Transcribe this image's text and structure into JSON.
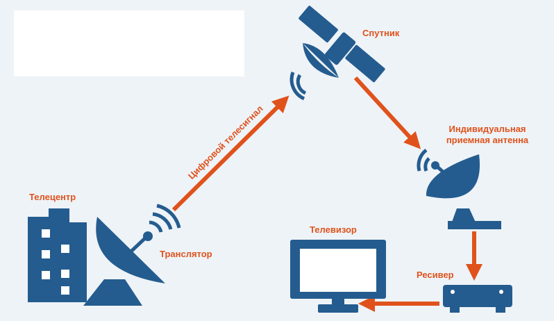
{
  "labels": {
    "satellite": "Спутник",
    "receiving_antenna_line1": "Индивидуальная",
    "receiving_antenna_line2": "приемная антенна",
    "telecenter": "Телецентр",
    "transmitter": "Транслятор",
    "tv": "Телевизор",
    "receiver": "Ресивер",
    "signal": "Цифровой телесигнал"
  },
  "colors": {
    "icon_blue": "#245c8f",
    "arrow_orange": "#e0521c",
    "label_orange": "#e0521c",
    "background": "#eef3f7"
  }
}
